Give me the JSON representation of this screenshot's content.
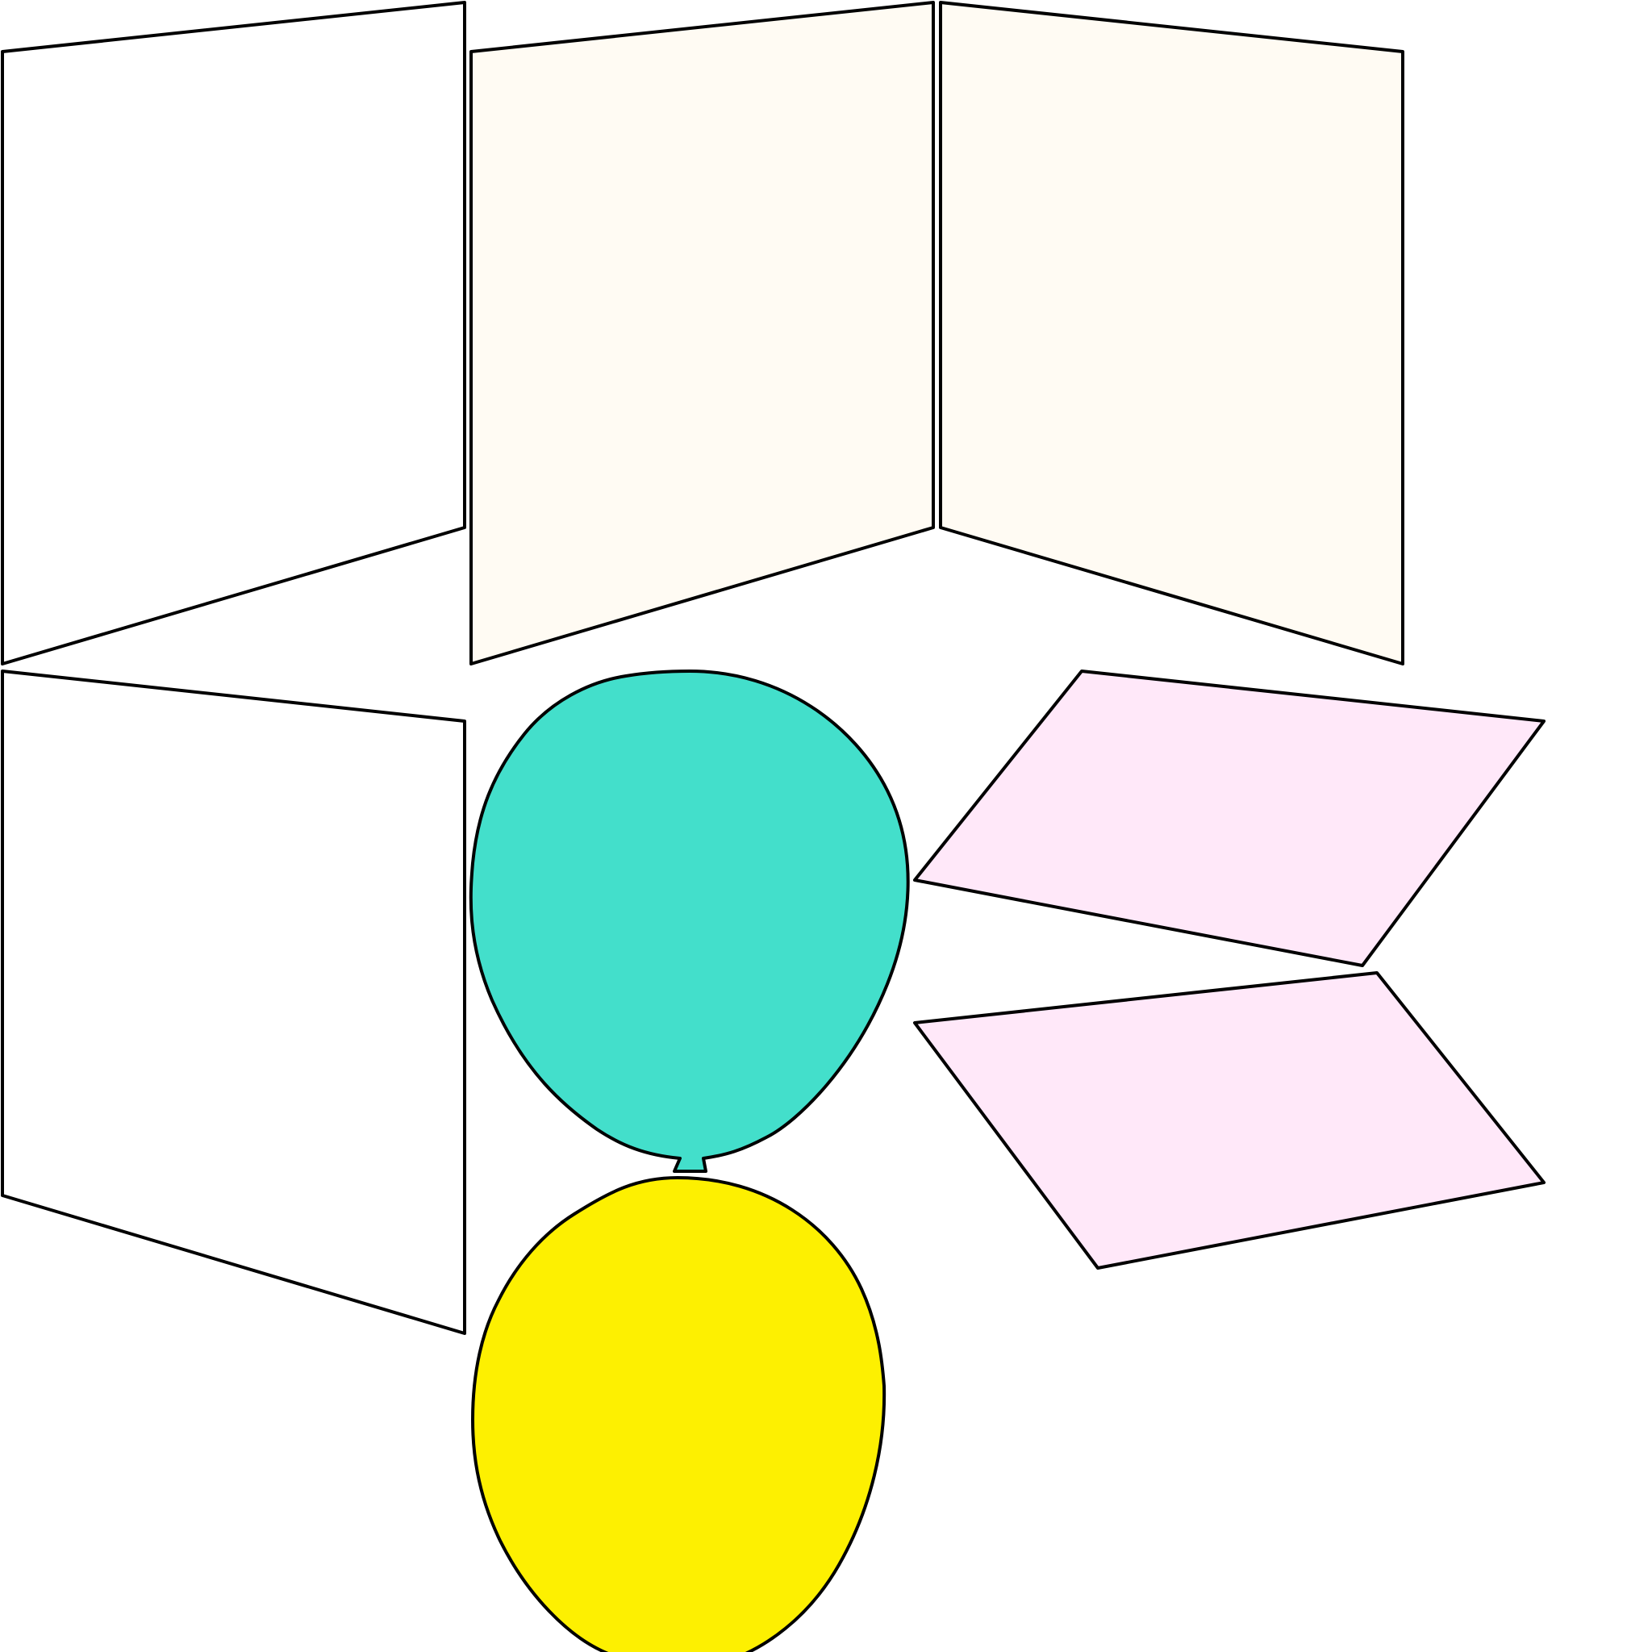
{
  "colors": {
    "outline": "#000000",
    "panel_white": "#ffffff",
    "panel_cream": "#fffbf3",
    "panel_pink": "#ffe8f9",
    "balloon_teal": "#43dfcb",
    "balloon_yellow": "#fdf001"
  },
  "shapes": [
    {
      "name": "panel-top-left",
      "kind": "panel",
      "fill": "panel_white"
    },
    {
      "name": "panel-top-middle",
      "kind": "panel",
      "fill": "panel_cream"
    },
    {
      "name": "panel-top-right",
      "kind": "panel",
      "fill": "panel_cream"
    },
    {
      "name": "panel-bottom-left",
      "kind": "panel",
      "fill": "panel_white"
    },
    {
      "name": "balloon-teal",
      "kind": "balloon",
      "fill": "balloon_teal"
    },
    {
      "name": "balloon-yellow",
      "kind": "balloon",
      "fill": "balloon_yellow"
    },
    {
      "name": "rhombus-pink-upper",
      "kind": "rhombus",
      "fill": "panel_pink"
    },
    {
      "name": "rhombus-pink-lower",
      "kind": "rhombus",
      "fill": "panel_pink"
    }
  ]
}
